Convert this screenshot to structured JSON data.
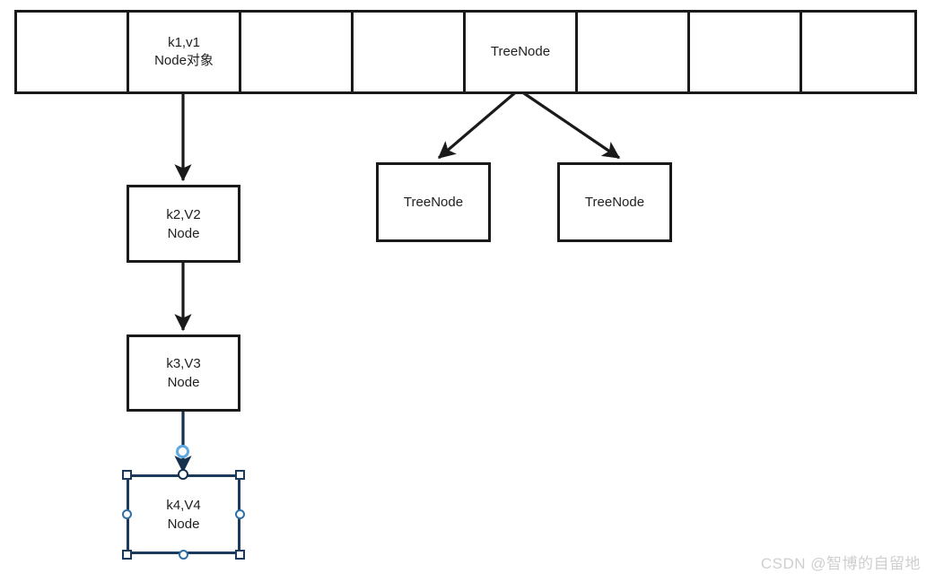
{
  "diagram": {
    "title": "HashMap bucket array with linked list and tree nodes",
    "colors": {
      "stroke": "#1a1a1a",
      "text": "#1f1f1f",
      "selection_navy": "#1b3a5c",
      "selection_blue": "#2f6fa8",
      "endpoint_blue": "#5fa8e0",
      "watermark": "#cfcfcf",
      "background": "#ffffff"
    },
    "array": {
      "name": "bucket-array",
      "cell_count": 8,
      "cells": [
        {
          "index": 0,
          "line1": "",
          "line2": ""
        },
        {
          "index": 1,
          "line1": "k1,v1",
          "line2": "Node对象"
        },
        {
          "index": 2,
          "line1": "",
          "line2": ""
        },
        {
          "index": 3,
          "line1": "",
          "line2": ""
        },
        {
          "index": 4,
          "line1": "TreeNode",
          "line2": ""
        },
        {
          "index": 5,
          "line1": "",
          "line2": ""
        },
        {
          "index": 6,
          "line1": "",
          "line2": ""
        },
        {
          "index": 7,
          "line1": "",
          "line2": ""
        }
      ]
    },
    "linked_list": {
      "name": "node-chain",
      "nodes": [
        {
          "id": "k2",
          "line1": "k2,V2",
          "line2": "Node",
          "selected": false
        },
        {
          "id": "k3",
          "line1": "k3,V3",
          "line2": "Node",
          "selected": false
        },
        {
          "id": "k4",
          "line1": "k4,V4",
          "line2": "Node",
          "selected": true
        }
      ]
    },
    "tree": {
      "name": "tree-children",
      "children": [
        {
          "id": "left",
          "label": "TreeNode"
        },
        {
          "id": "right",
          "label": "TreeNode"
        }
      ]
    },
    "arrows": [
      {
        "name": "arrow-bucket1-to-k2",
        "from": "array-cell-1",
        "to": "k2"
      },
      {
        "name": "arrow-k2-to-k3",
        "from": "k2",
        "to": "k3"
      },
      {
        "name": "arrow-k3-to-k4",
        "from": "k3",
        "to": "k4"
      },
      {
        "name": "arrow-treenode-to-left-child",
        "from": "array-cell-4",
        "to": "tree-left"
      },
      {
        "name": "arrow-treenode-to-right-child",
        "from": "array-cell-4",
        "to": "tree-right"
      }
    ],
    "watermark": "CSDN @智博的自留地"
  }
}
